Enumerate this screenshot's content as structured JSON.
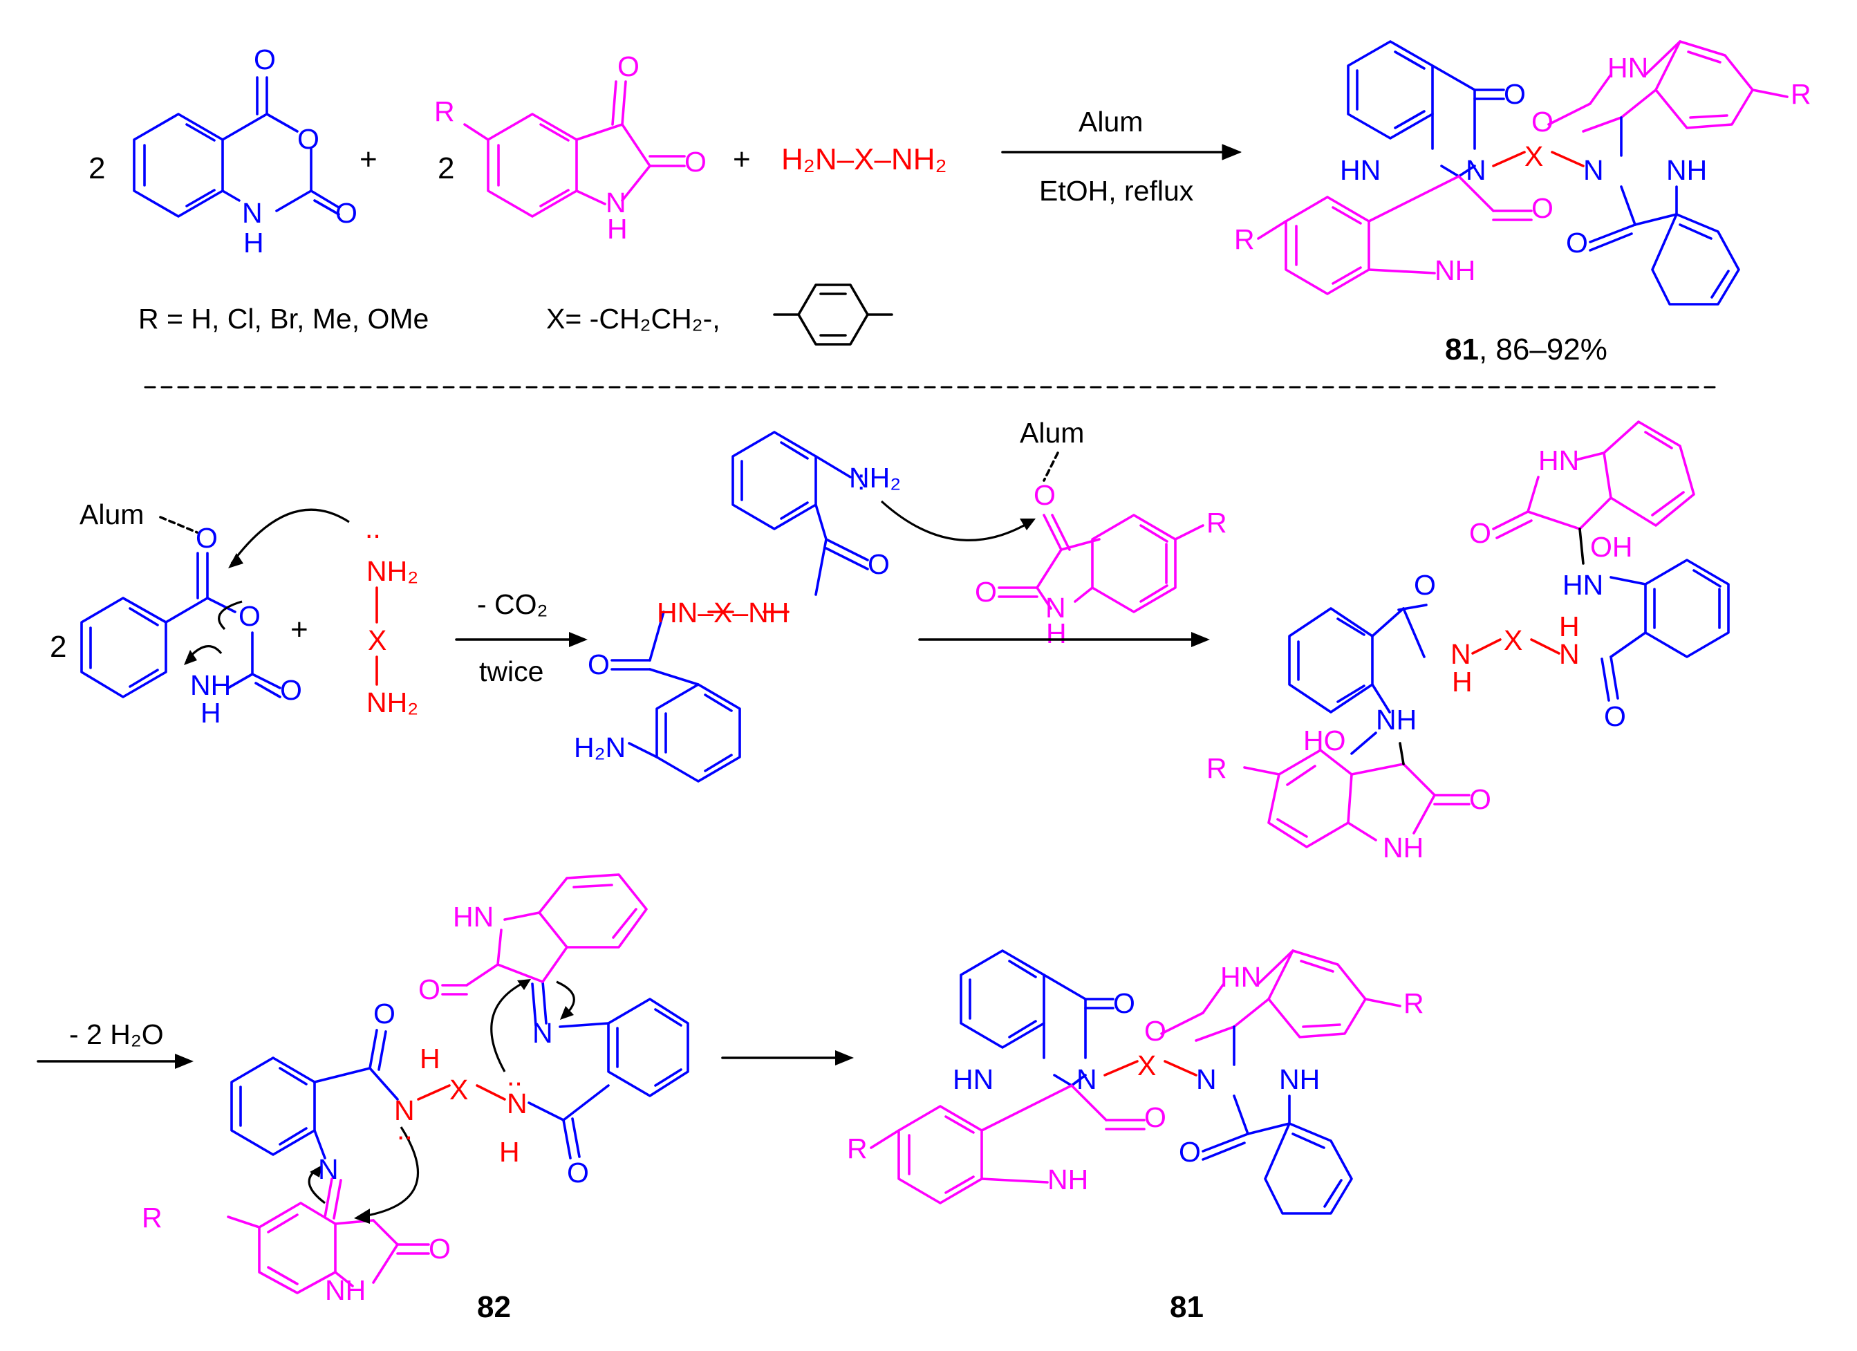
{
  "colors": {
    "anhydride_fragment": "#0000ff",
    "isatin_fragment": "#ff00ff",
    "diamine_fragment": "#ff0000",
    "text": "#000000"
  },
  "top_reaction": {
    "coef_anhydride": "2",
    "coef_isatin": "2",
    "plus": "+",
    "anhydride_labels": {
      "carbonyl_o": "O",
      "ring_o": "O",
      "second_o": "O",
      "nh_n": "N",
      "nh_h": "H"
    },
    "isatin_labels": {
      "r": "R",
      "o3": "O",
      "o2": "O",
      "n": "N",
      "h": "H"
    },
    "diamine": "H₂N–X–NH₂",
    "arrow_above": "Alum",
    "arrow_below": "EtOH, reflux",
    "r_groups": "R = H, Cl, Br, Me, OMe",
    "x_groups": "X= -CH₂CH₂-,",
    "product_bold": "81",
    "product_yield": ", 86–92%"
  },
  "mechanism": {
    "alum": "Alum",
    "coef": "2",
    "plus": "+",
    "diamine_top": "NH₂",
    "diamine_mid": "X",
    "diamine_bot": "NH₂",
    "step1_above": "- CO₂",
    "step1_below": "twice",
    "intermediate_amine_top": "NH₂",
    "intermediate_amine_bot": "H₂N",
    "intermediate_linker": "HN–X–NH",
    "alum_isatin": "Alum",
    "hydroxy_labels": [
      "OH",
      "HO",
      "HN",
      "NH"
    ],
    "step3_label": "- 2 H₂O",
    "imine_n": "N",
    "compound_82": "82",
    "compound_81": "81"
  },
  "atom_labels": {
    "O": "O",
    "N": "N",
    "H": "H",
    "R": "R",
    "X": "X",
    "NH": "NH",
    "HN": "HN",
    "OH": "OH",
    "HO": "HO"
  }
}
